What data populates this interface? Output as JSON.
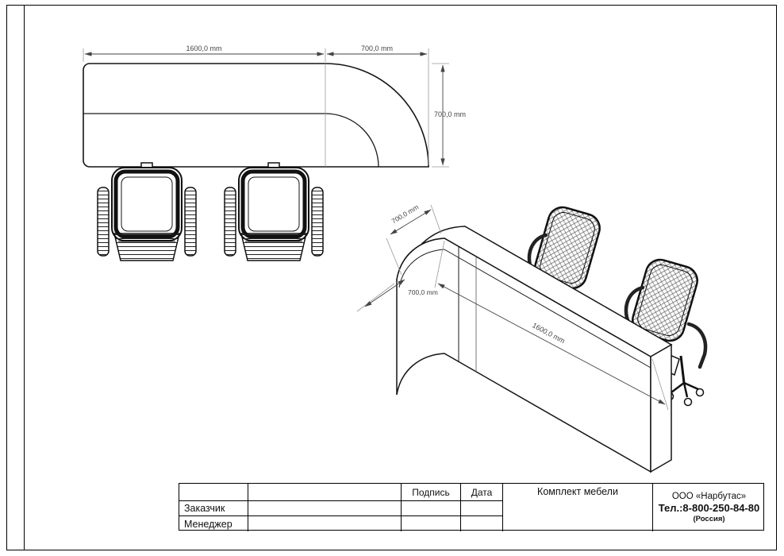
{
  "sheet": {
    "background": "#ffffff",
    "line_color": "#000000"
  },
  "plan_view": {
    "dim_length": "1600,0 mm",
    "dim_curve_width": "700,0 mm",
    "dim_depth": "700,0 mm"
  },
  "perspective_view": {
    "dim_depth_top": "700,0 mm",
    "dim_depth_front": "700,0 mm",
    "dim_length": "1600,0 mm"
  },
  "title_block": {
    "customer_label": "Заказчик",
    "manager_label": "Менеджер",
    "signature_label": "Подпись",
    "date_label": "Дата",
    "project_title": "Комплект мебели",
    "company_name": "ООО «Нарбутас»",
    "company_phone": "Тел.:8-800-250-84-80",
    "company_country": "(Россия)"
  }
}
